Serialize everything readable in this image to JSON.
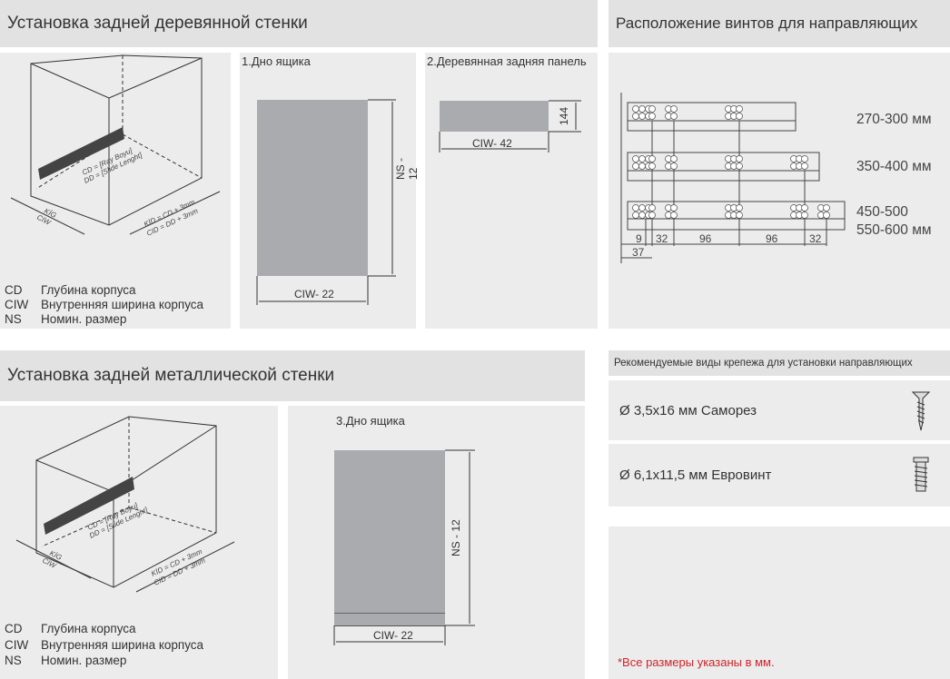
{
  "wood": {
    "title": "Установка задней деревянной стенки",
    "bottom_caption": "1.Дно ящика",
    "panel_caption": "2.Деревянная задняя панель",
    "bottom_width": "CIW- 22",
    "bottom_height": "NS - 12",
    "panel_width": "CIW- 42",
    "panel_height": "144"
  },
  "metal": {
    "title": "Установка задней металлической стенки",
    "bottom_caption": "3.Дно ящика",
    "bottom_width": "CIW- 22",
    "bottom_height": "NS - 12"
  },
  "cabinet": {
    "cd_label": "CD = [Ray Boyu]",
    "dd_label": "DD = [Slide Lenght]",
    "kig": "KİG",
    "ciw": "CIW",
    "kid": "KİD = CD + 3mm",
    "cid": "CID = DD + 3mm"
  },
  "legend": [
    {
      "key": "CD",
      "text": "Глубина корпуса"
    },
    {
      "key": "CIW",
      "text": "Внутренняя ширина корпуса"
    },
    {
      "key": "NS",
      "text": "Номин. размер"
    }
  ],
  "screws": {
    "title": "Расположение винтов для направляющих",
    "sizes": [
      "270-300 мм",
      "350-400 мм",
      "450-500",
      "550-600 мм"
    ],
    "dims": [
      "9",
      "32",
      "96",
      "96",
      "32",
      "37"
    ]
  },
  "fasteners": {
    "title": "Рекомендуемые виды крепежа для установки направляющих",
    "items": [
      {
        "label": "Ø 3,5x16 мм Саморез",
        "icon": "self-tapping-screw-icon"
      },
      {
        "label": "Ø 6,1x11,5 мм Евровинт",
        "icon": "euro-screw-icon"
      }
    ]
  },
  "note": "*Все размеры указаны в мм."
}
